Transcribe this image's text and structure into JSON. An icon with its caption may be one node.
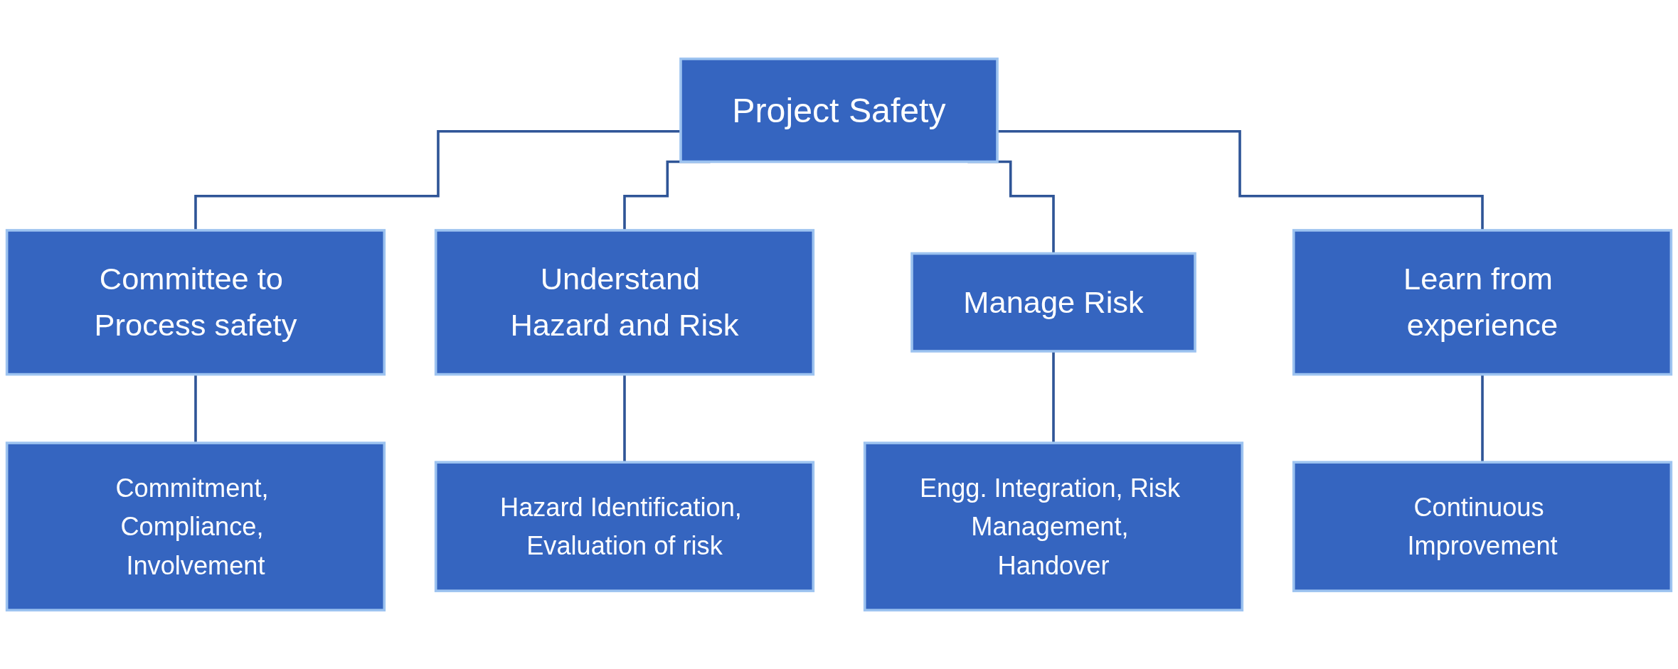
{
  "diagram": {
    "nodes": [
      {
        "text": [
          "Project Safety"
        ]
      },
      {
        "text": [
          "Committee to Process safety"
        ]
      },
      {
        "text": [
          "Understand Hazard and Risk"
        ]
      },
      {
        "text": [
          "Manage Risk"
        ]
      },
      {
        "text": [
          "Learn from experience"
        ]
      },
      {
        "text": [
          "Commitment, Compliance, Involvement"
        ]
      },
      {
        "text": [
          "Hazard Identification, Evaluation of risk"
        ]
      },
      {
        "text": [
          "Engg. Integration, Risk Management, Handover"
        ]
      },
      {
        "text": [
          "Continuous Improvement"
        ]
      }
    ],
    "edges": [
      {
        "from": 0,
        "to": 1,
        "arrow": "none"
      },
      {
        "from": 0,
        "to": 2,
        "arrow": "none"
      },
      {
        "from": 0,
        "to": 3,
        "arrow": "none"
      },
      {
        "from": 0,
        "to": 4,
        "arrow": "none"
      },
      {
        "from": 1,
        "to": 5,
        "arrow": "none"
      },
      {
        "from": 2,
        "to": 6,
        "arrow": "none"
      },
      {
        "from": 3,
        "to": 7,
        "arrow": "none"
      },
      {
        "from": 4,
        "to": 8,
        "arrow": "none"
      }
    ]
  }
}
